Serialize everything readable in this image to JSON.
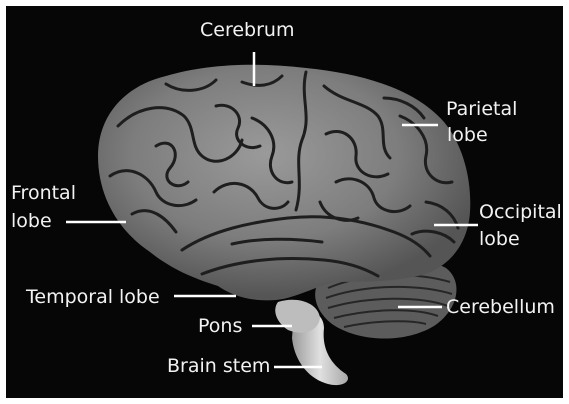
{
  "labels": {
    "cerebrum": "Cerebrum",
    "parietal_1": "Parietal",
    "parietal_2": "lobe",
    "frontal_1": "Frontal",
    "frontal_2": "lobe",
    "occipital_1": "Occipital",
    "occipital_2": "lobe",
    "temporal": "Temporal lobe",
    "cerebellum": "Cerebellum",
    "pons": "Pons",
    "brain_stem": "Brain stem"
  },
  "colors": {
    "background": "#060606",
    "label_text": "#f2f2f2",
    "leader_line": "#ffffff",
    "cortex": "#7d7d7d",
    "sulcus": "#1e1e1e",
    "cerebellum": "#5c5c5c",
    "brain_stem": "#cfcfcf"
  }
}
